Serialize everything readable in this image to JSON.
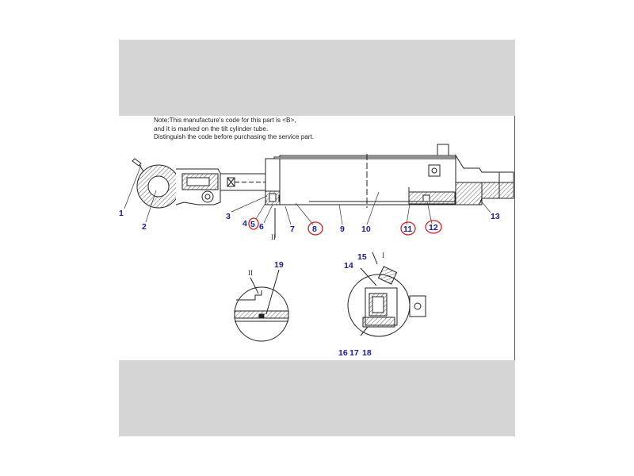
{
  "note": {
    "lines": [
      "Note:This manufacture's code for this part is <B>,",
      "and it is marked on the tilt cylinder tube.",
      "Distinguish the code before purchasing the service part."
    ]
  },
  "callouts": {
    "c1": "1",
    "c2": "2",
    "c3": "3",
    "c4": "4",
    "c5": "5",
    "c6": "6",
    "c7": "7",
    "c8": "8",
    "c9": "9",
    "c10": "10",
    "c11": "11",
    "c12": "12",
    "c13": "13",
    "c14": "14",
    "c15": "15",
    "c16": "16",
    "c17": "17",
    "c18": "18",
    "c19": "19"
  },
  "section_marks": {
    "ii_main": "II",
    "ii_detail": "II",
    "i_detail": "I"
  },
  "colors": {
    "callout": "#1a1a9c",
    "highlight": "#d42020",
    "band": "#d5d5d5",
    "line": "#222222"
  }
}
